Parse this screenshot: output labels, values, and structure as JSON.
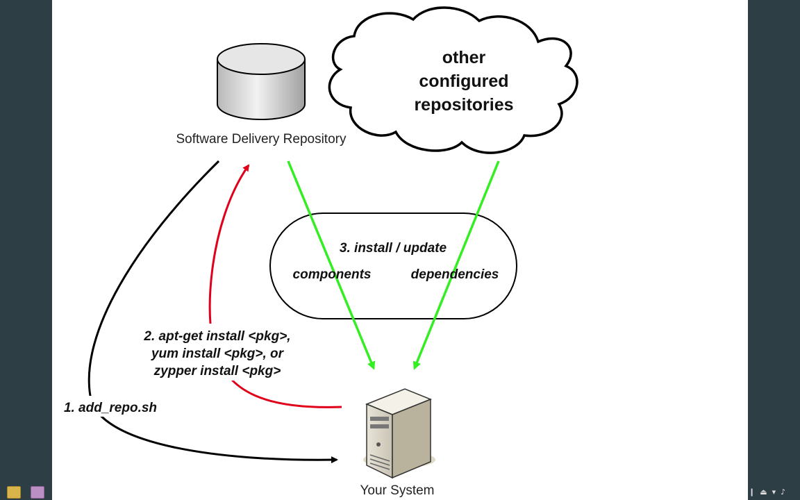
{
  "nodes": {
    "repository": "Software Delivery Repository",
    "system": "Your System",
    "cloud_lines": [
      "other",
      "configured",
      "repositories"
    ]
  },
  "steps": {
    "step1": "1. add_repo.sh",
    "step2_lines": [
      "2. apt-get install <pkg>,",
      "yum install <pkg>, or",
      "zypper install <pkg>"
    ],
    "step3": "3. install / update",
    "components": "components",
    "dependencies": "dependencies"
  },
  "colors": {
    "step1_arrow": "#000000",
    "step2_arrow": "#e0001a",
    "step3_arrow": "#33ee22",
    "slide_bg": "#ffffff",
    "desktop_bg": "#2d3e45"
  },
  "icons": {
    "repository": "database-cylinder-icon",
    "system": "server-tower-icon",
    "cloud": "cloud-shape"
  }
}
